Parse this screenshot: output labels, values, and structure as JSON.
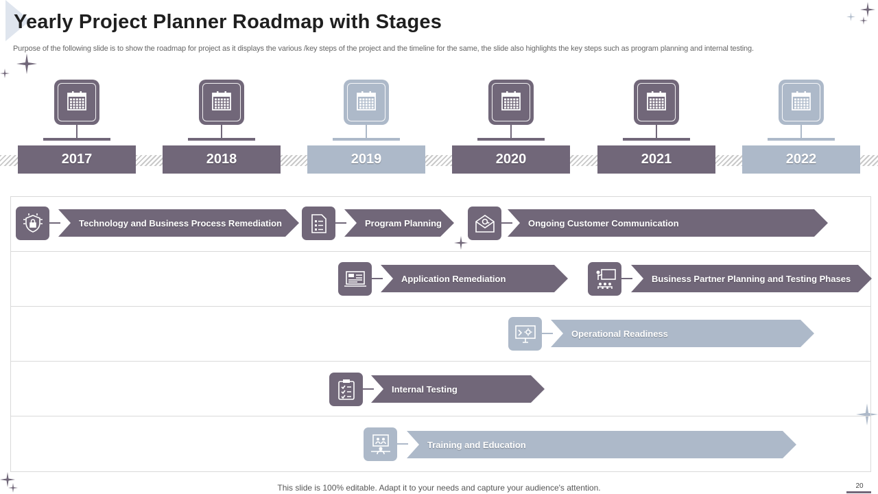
{
  "slide": {
    "title": "Yearly Project Planner Roadmap with Stages",
    "subtitle": "Purpose of the following slide is to show the roadmap for project as it displays the various /key steps of the project and the timeline for the same, the slide also highlights the key  steps such as program planning and internal testing.",
    "footer": "This slide is 100% editable. Adapt it to your needs and capture your audience's attention.",
    "page_number": "20"
  },
  "colors": {
    "dark": "#716779",
    "light": "#adb9c9"
  },
  "years": [
    {
      "label": "2017",
      "tone": "dark",
      "icon": "calendar-icon"
    },
    {
      "label": "2018",
      "tone": "dark",
      "icon": "calendar-icon"
    },
    {
      "label": "2019",
      "tone": "light",
      "icon": "calendar-icon"
    },
    {
      "label": "2020",
      "tone": "dark",
      "icon": "calendar-icon"
    },
    {
      "label": "2021",
      "tone": "dark",
      "icon": "calendar-icon"
    },
    {
      "label": "2022",
      "tone": "light",
      "icon": "calendar-icon"
    }
  ],
  "tasks": [
    {
      "label": "Technology and Business  Process  Remediation",
      "row": 1,
      "tone": "dark",
      "icon": "security-lock-icon"
    },
    {
      "label": "Program Planning",
      "row": 1,
      "tone": "dark",
      "icon": "checklist-icon"
    },
    {
      "label": "Ongoing Customer  Communication",
      "row": 1,
      "tone": "dark",
      "icon": "email-icon"
    },
    {
      "label": "Application Remediation",
      "row": 2,
      "tone": "dark",
      "icon": "monitor-dashboard-icon"
    },
    {
      "label": "Business  Partner Planning and Testing  Phases",
      "row": 2,
      "tone": "dark",
      "icon": "presentation-icon"
    },
    {
      "label": "Operational Readiness",
      "row": 3,
      "tone": "light",
      "icon": "monitor-gear-icon"
    },
    {
      "label": "Internal Testing",
      "row": 4,
      "tone": "dark",
      "icon": "clipboard-checklist-icon"
    },
    {
      "label": "Training and Education",
      "row": 5,
      "tone": "light",
      "icon": "video-conference-icon"
    }
  ]
}
